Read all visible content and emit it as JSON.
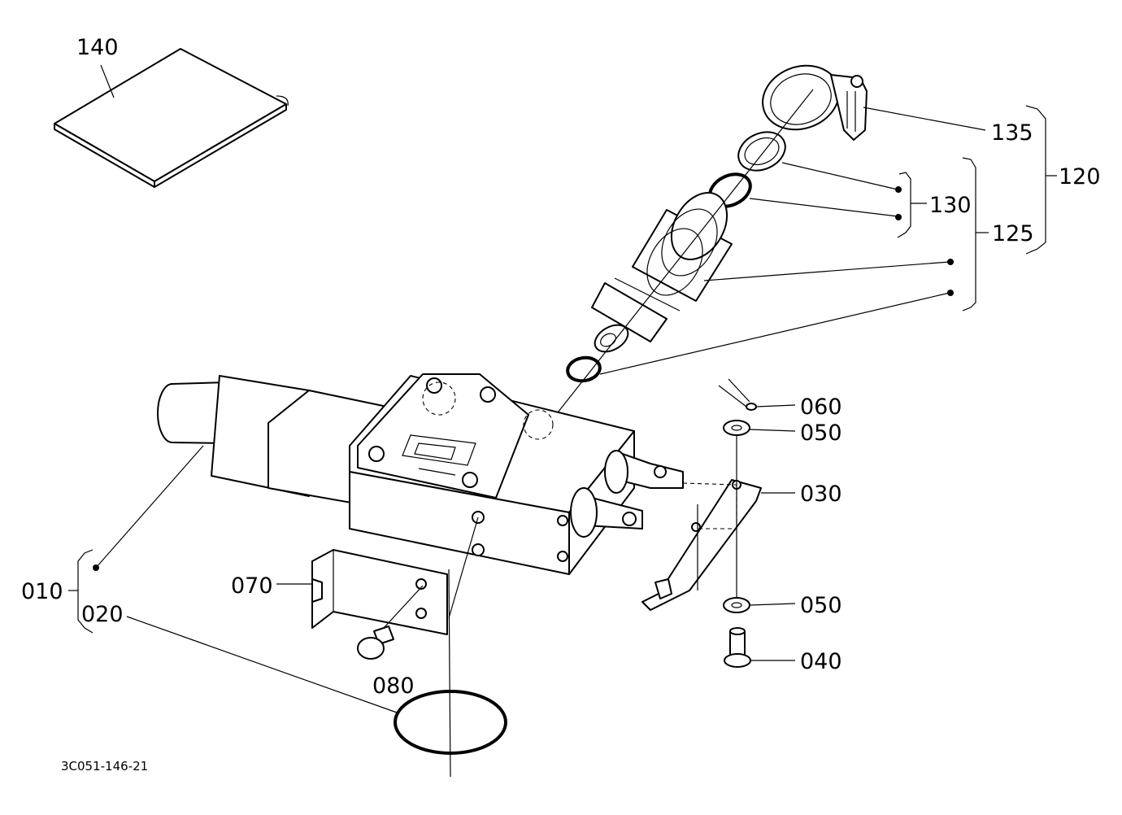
{
  "diagram": {
    "reference_code": "3C051-146-21",
    "callouts": [
      {
        "id": "140",
        "label": "140"
      },
      {
        "id": "135",
        "label": "135"
      },
      {
        "id": "130",
        "label": "130"
      },
      {
        "id": "120",
        "label": "120"
      },
      {
        "id": "125",
        "label": "125"
      },
      {
        "id": "060",
        "label": "060"
      },
      {
        "id": "050a",
        "label": "050"
      },
      {
        "id": "030",
        "label": "030"
      },
      {
        "id": "070",
        "label": "070"
      },
      {
        "id": "010",
        "label": "010"
      },
      {
        "id": "020",
        "label": "020"
      },
      {
        "id": "050b",
        "label": "050"
      },
      {
        "id": "040",
        "label": "040"
      },
      {
        "id": "080",
        "label": "080"
      }
    ]
  }
}
